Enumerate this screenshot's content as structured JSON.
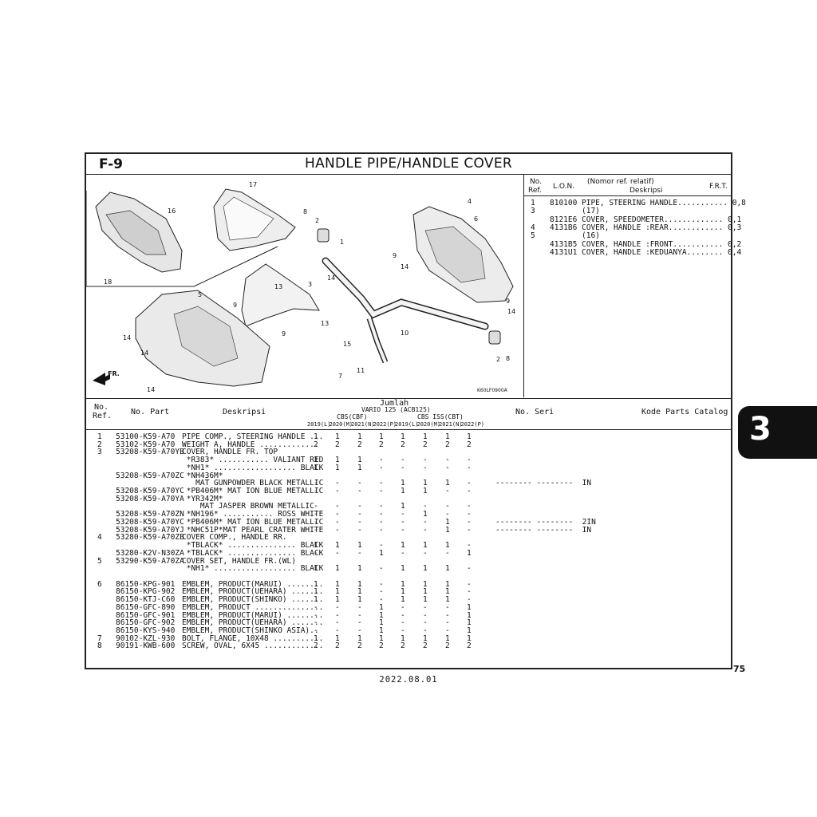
{
  "header": {
    "figure_code": "F-9",
    "title": "HANDLE PIPE/HANDLE COVER"
  },
  "diagram": {
    "callouts": [
      "16",
      "17",
      "18",
      "8",
      "2",
      "1",
      "4",
      "6",
      "9",
      "14",
      "13",
      "3",
      "5",
      "9",
      "14",
      "14",
      "13",
      "9",
      "14",
      "15",
      "10",
      "7",
      "11",
      "9",
      "14",
      "2",
      "8",
      "14"
    ],
    "direction_label": "FR.",
    "drawing_code": "K60LF0900A"
  },
  "ref_panel": {
    "h_no": "No.",
    "h_ref": "Ref.",
    "h_lon": "L.O.N.",
    "h_nomor": "(Nomor ref. relatif)",
    "h_desk": "Deskripsi",
    "h_frt": "F.R.T.",
    "rows": [
      {
        "ref": "1",
        "lon": "810100",
        "desc": "PIPE, STEERING HANDLE........... 0,8"
      },
      {
        "ref": "3",
        "lon": "",
        "desc": "(17)"
      },
      {
        "ref": "",
        "lon": "8121E6",
        "desc": "COVER, SPEEDOMETER............. 0,1"
      },
      {
        "ref": "4",
        "lon": "4131B6",
        "desc": "COVER, HANDLE :REAR............ 0,3"
      },
      {
        "ref": "5",
        "lon": "",
        "desc": "(16)"
      },
      {
        "ref": "",
        "lon": "4131B5",
        "desc": "COVER, HANDLE :FRONT........... 0,2"
      },
      {
        "ref": "",
        "lon": "4131U1",
        "desc": "COVER, HANDLE :KEDUANYA........ 0,4"
      }
    ]
  },
  "table_header": {
    "no": "No.",
    "ref": "Ref.",
    "part": "No. Part",
    "desc": "Deskripsi",
    "jumlah": "Jumlah",
    "model": "VARIO 125 (ACB125)",
    "grp1": "CBS(CBF)",
    "grp2": "CBS ISS(CBT)",
    "years": [
      "2019(L)",
      "2020(M)",
      "2021(N)",
      "2022(P)",
      "2019(L)",
      "2020(M)",
      "2021(N)",
      "2022(P)"
    ],
    "seri": "No. Seri",
    "kode": "Kode Parts Catalog"
  },
  "rows": [
    {
      "ref": "1",
      "part": "53100-K59-A70",
      "desc": "PIPE COMP., STEERING HANDLE ...",
      "q": [
        "1",
        "1",
        "1",
        "1",
        "1",
        "1",
        "1",
        "1"
      ],
      "seri": ""
    },
    {
      "ref": "2",
      "part": "53102-K59-A70",
      "desc": "WEIGHT A, HANDLE .............",
      "q": [
        "2",
        "2",
        "2",
        "2",
        "2",
        "2",
        "2",
        "2"
      ],
      "seri": ""
    },
    {
      "ref": "3",
      "part": "53208-K59-A70YB",
      "desc": "COVER, HANDLE FR. TOP",
      "q": [
        "",
        "",
        "",
        "",
        "",
        "",
        "",
        ""
      ],
      "seri": ""
    },
    {
      "ref": "",
      "part": "",
      "desc": " *R383* ........... VALIANT RED",
      "q": [
        "1",
        "1",
        "1",
        "-",
        "-",
        "-",
        "-",
        "-"
      ],
      "seri": ""
    },
    {
      "ref": "",
      "part": "",
      "desc": " *NH1* .................. BLACK",
      "q": [
        "1",
        "1",
        "1",
        "-",
        "-",
        "-",
        "-",
        "-"
      ],
      "seri": ""
    },
    {
      "ref": "",
      "part": "53208-K59-A70ZC",
      "desc": " *NH436M*",
      "q": [
        "",
        "",
        "",
        "",
        "",
        "",
        "",
        ""
      ],
      "seri": ""
    },
    {
      "ref": "",
      "part": "",
      "desc": "   MAT GUNPOWDER BLACK METALLIC",
      "q": [
        "-",
        "-",
        "-",
        "-",
        "1",
        "1",
        "1",
        "-"
      ],
      "seri": "-------- --------  IN"
    },
    {
      "ref": "",
      "part": "53208-K59-A70YC",
      "desc": " *PB406M* MAT ION BLUE METALLIC",
      "q": [
        "-",
        "-",
        "-",
        "-",
        "1",
        "1",
        "-",
        "-"
      ],
      "seri": ""
    },
    {
      "ref": "",
      "part": "53208-K59-A70YA",
      "desc": " *YR342M*",
      "q": [
        "",
        "",
        "",
        "",
        "",
        "",
        "",
        ""
      ],
      "seri": ""
    },
    {
      "ref": "",
      "part": "",
      "desc": "    MAT JASPER BROWN METALLIC",
      "q": [
        "-",
        "-",
        "-",
        "-",
        "1",
        "-",
        "-",
        "-"
      ],
      "seri": ""
    },
    {
      "ref": "",
      "part": "53208-K59-A70ZN",
      "desc": " *NH196* ........... ROSS WHITE",
      "q": [
        "-",
        "-",
        "-",
        "-",
        "-",
        "1",
        "-",
        "-"
      ],
      "seri": ""
    },
    {
      "ref": "",
      "part": "53208-K59-A70YC",
      "desc": " *PB406M* MAT ION BLUE METALLIC",
      "q": [
        "-",
        "-",
        "-",
        "-",
        "-",
        "-",
        "1",
        "-"
      ],
      "seri": "-------- --------  2IN"
    },
    {
      "ref": "",
      "part": "53208-K59-A70YJ",
      "desc": " *NHC51P*MAT PEARL CRATER WHITE",
      "q": [
        "-",
        "-",
        "-",
        "-",
        "-",
        "-",
        "1",
        "-"
      ],
      "seri": "-------- --------  IN"
    },
    {
      "ref": "4",
      "part": "53280-K59-A70ZB",
      "desc": "COVER COMP., HANDLE RR.",
      "q": [
        "",
        "",
        "",
        "",
        "",
        "",
        "",
        ""
      ],
      "seri": ""
    },
    {
      "ref": "",
      "part": "",
      "desc": " *TBLACK* ............... BLACK",
      "q": [
        "1",
        "1",
        "1",
        "-",
        "1",
        "1",
        "1",
        "-"
      ],
      "seri": ""
    },
    {
      "ref": "",
      "part": "53280-K2V-N30ZA",
      "desc": " *TBLACK* ............... BLACK",
      "q": [
        "-",
        "-",
        "-",
        "1",
        "-",
        "-",
        "-",
        "1"
      ],
      "seri": ""
    },
    {
      "ref": "5",
      "part": "53290-K59-A70ZA",
      "desc": "COVER SET, HANDLE FR.(WL)",
      "q": [
        "",
        "",
        "",
        "",
        "",
        "",
        "",
        ""
      ],
      "seri": ""
    },
    {
      "ref": "",
      "part": "",
      "desc": " *NH1* .................. BLACK",
      "q": [
        "1",
        "1",
        "1",
        "-",
        "1",
        "1",
        "1",
        "-"
      ],
      "seri": ""
    },
    {
      "ref": "",
      "part": "",
      "desc": "",
      "q": [
        "",
        "",
        "",
        "",
        "",
        "",
        "",
        ""
      ],
      "seri": ""
    },
    {
      "ref": "6",
      "part": "86150-KPG-901",
      "desc": "EMBLEM, PRODUCT(MARUI) ........",
      "q": [
        "1",
        "1",
        "1",
        "-",
        "1",
        "1",
        "1",
        "-"
      ],
      "seri": ""
    },
    {
      "ref": "",
      "part": "86150-KPG-902",
      "desc": "EMBLEM, PRODUCT(UEHARA) .......",
      "q": [
        "1",
        "1",
        "1",
        "-",
        "1",
        "1",
        "1",
        "-"
      ],
      "seri": ""
    },
    {
      "ref": "",
      "part": "86150-KTJ-C60",
      "desc": "EMBLEM, PRODUCT(SHINKO) .......",
      "q": [
        "1",
        "1",
        "1",
        "-",
        "1",
        "1",
        "1",
        "-"
      ],
      "seri": ""
    },
    {
      "ref": "",
      "part": "86150-GFC-890",
      "desc": "EMBLEM, PRODUCT ...............",
      "q": [
        "-",
        "-",
        "-",
        "1",
        "-",
        "-",
        "-",
        "1"
      ],
      "seri": ""
    },
    {
      "ref": "",
      "part": "86150-GFC-901",
      "desc": "EMBLEM, PRODUCT(MARUI) ........",
      "q": [
        "-",
        "-",
        "-",
        "1",
        "-",
        "-",
        "-",
        "1"
      ],
      "seri": ""
    },
    {
      "ref": "",
      "part": "86150-GFC-902",
      "desc": "EMBLEM, PRODUCT(UEHARA) .......",
      "q": [
        "-",
        "-",
        "-",
        "1",
        "-",
        "-",
        "-",
        "1"
      ],
      "seri": ""
    },
    {
      "ref": "",
      "part": "86150-KYS-940",
      "desc": "EMBLEM, PRODUCT(SHINKO ASIA)..",
      "q": [
        "-",
        "-",
        "-",
        "1",
        "-",
        "-",
        "-",
        "1"
      ],
      "seri": ""
    },
    {
      "ref": "7",
      "part": "90102-KZL-930",
      "desc": "BOLT, FLANGE, 10X48 ...........",
      "q": [
        "1",
        "1",
        "1",
        "1",
        "1",
        "1",
        "1",
        "1"
      ],
      "seri": ""
    },
    {
      "ref": "8",
      "part": "90191-KWB-600",
      "desc": "SCREW, OVAL, 6X45 .............",
      "q": [
        "2",
        "2",
        "2",
        "2",
        "2",
        "2",
        "2",
        "2"
      ],
      "seri": ""
    }
  ],
  "footer": {
    "date": "2022.08.01",
    "page": "75",
    "section_tab": "3"
  }
}
